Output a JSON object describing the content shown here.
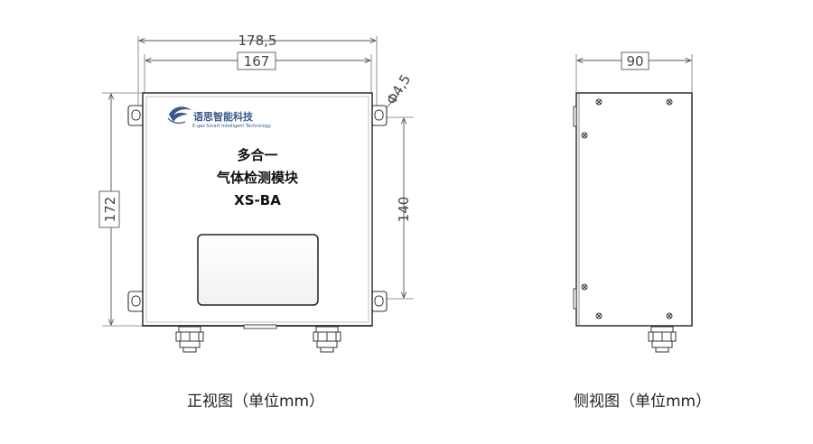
{
  "front_view": {
    "dimensions": {
      "outer_width": "178,5",
      "inner_width": "167",
      "height": "172",
      "mount_spacing": "140",
      "hole": "Φ4,5"
    },
    "logo": {
      "name": "语思智能科技",
      "subtitle": "E-gas Smart Intelligent Technology"
    },
    "product": {
      "line1": "多合一",
      "line2": "气体检测模块",
      "model": "XS-BA"
    },
    "caption": "正视图（单位mm）"
  },
  "side_view": {
    "dimensions": {
      "depth": "90"
    },
    "caption": "侧视图（单位mm）"
  }
}
